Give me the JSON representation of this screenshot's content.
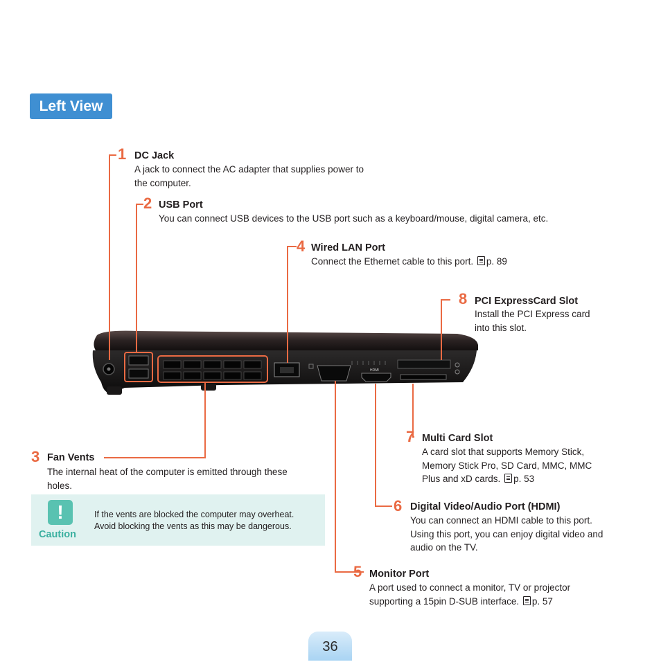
{
  "section": {
    "title": "Left View"
  },
  "items": [
    {
      "num": "1",
      "title": "DC Jack",
      "desc": [
        "A jack to connect the AC adapter that supplies power to",
        "the computer."
      ]
    },
    {
      "num": "2",
      "title": "USB Port",
      "desc": [
        "You can connect USB devices to the USB port such as a keyboard/mouse, digital camera, etc."
      ]
    },
    {
      "num": "4",
      "title": "Wired LAN Port",
      "desc": [
        "Connect the Ethernet cable to this port."
      ],
      "ref": "p. 89"
    },
    {
      "num": "8",
      "title": "PCI ExpressCard Slot",
      "desc": [
        "Install the PCI Express card",
        "into this slot."
      ]
    },
    {
      "num": "3",
      "title": "Fan Vents",
      "desc": [
        "The internal heat of the computer is emitted through these",
        "holes."
      ]
    },
    {
      "num": "7",
      "title": "Multi Card Slot",
      "desc": [
        "A card slot that supports Memory Stick,",
        "Memory Stick Pro, SD Card, MMC, MMC",
        "Plus and xD cards."
      ],
      "ref": "p. 53"
    },
    {
      "num": "6",
      "title": "Digital Video/Audio Port (HDMI)",
      "desc": [
        "You can connect an HDMI cable to this port.",
        "Using this port, you can enjoy digital video and",
        "audio on the TV."
      ]
    },
    {
      "num": "5",
      "title": "Monitor Port",
      "desc": [
        "A port used to connect a monitor, TV or projector",
        "supporting a 15pin D-SUB interface."
      ],
      "ref": "p. 57"
    }
  ],
  "caution": {
    "label": "Caution",
    "icon": "exclamation-icon",
    "text": [
      "If the vents are blocked the computer may overheat.",
      "Avoid blocking the vents as this may be dangerous."
    ]
  },
  "port_labels": {
    "hdmi": "HDMI"
  },
  "page_number": "36",
  "colors": {
    "accent": "#ea6a43",
    "section_tab": "#3f8fd2",
    "caution_bg": "#e0f2f0",
    "caution_icon": "#59c2b1"
  }
}
